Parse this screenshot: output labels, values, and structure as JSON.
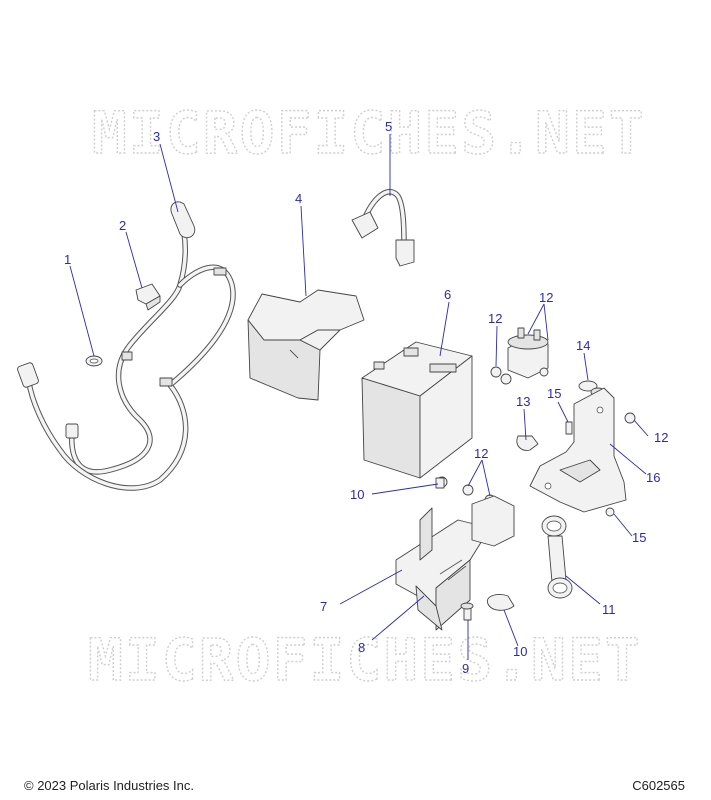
{
  "watermark": "MICROFICHES.NET",
  "callouts": [
    {
      "id": "c1",
      "label": "1"
    },
    {
      "id": "c2",
      "label": "2"
    },
    {
      "id": "c3",
      "label": "3"
    },
    {
      "id": "c4",
      "label": "4"
    },
    {
      "id": "c5",
      "label": "5"
    },
    {
      "id": "c6",
      "label": "6"
    },
    {
      "id": "c7",
      "label": "7"
    },
    {
      "id": "c8",
      "label": "8"
    },
    {
      "id": "c9",
      "label": "9"
    },
    {
      "id": "c10a",
      "label": "10"
    },
    {
      "id": "c10b",
      "label": "10"
    },
    {
      "id": "c11",
      "label": "11"
    },
    {
      "id": "c12a",
      "label": "12"
    },
    {
      "id": "c12b",
      "label": "12"
    },
    {
      "id": "c12c",
      "label": "12"
    },
    {
      "id": "c12d",
      "label": "12"
    },
    {
      "id": "c13",
      "label": "13"
    },
    {
      "id": "c14",
      "label": "14"
    },
    {
      "id": "c15a",
      "label": "15"
    },
    {
      "id": "c15b",
      "label": "15"
    },
    {
      "id": "c16",
      "label": "16"
    }
  ],
  "footer": {
    "copyright": "© 2023 Polaris Industries Inc.",
    "figure_code": "C602565"
  },
  "colors": {
    "callout": "#2a2ab8",
    "line_art": "#444444",
    "watermark": "#cfcfcf"
  }
}
